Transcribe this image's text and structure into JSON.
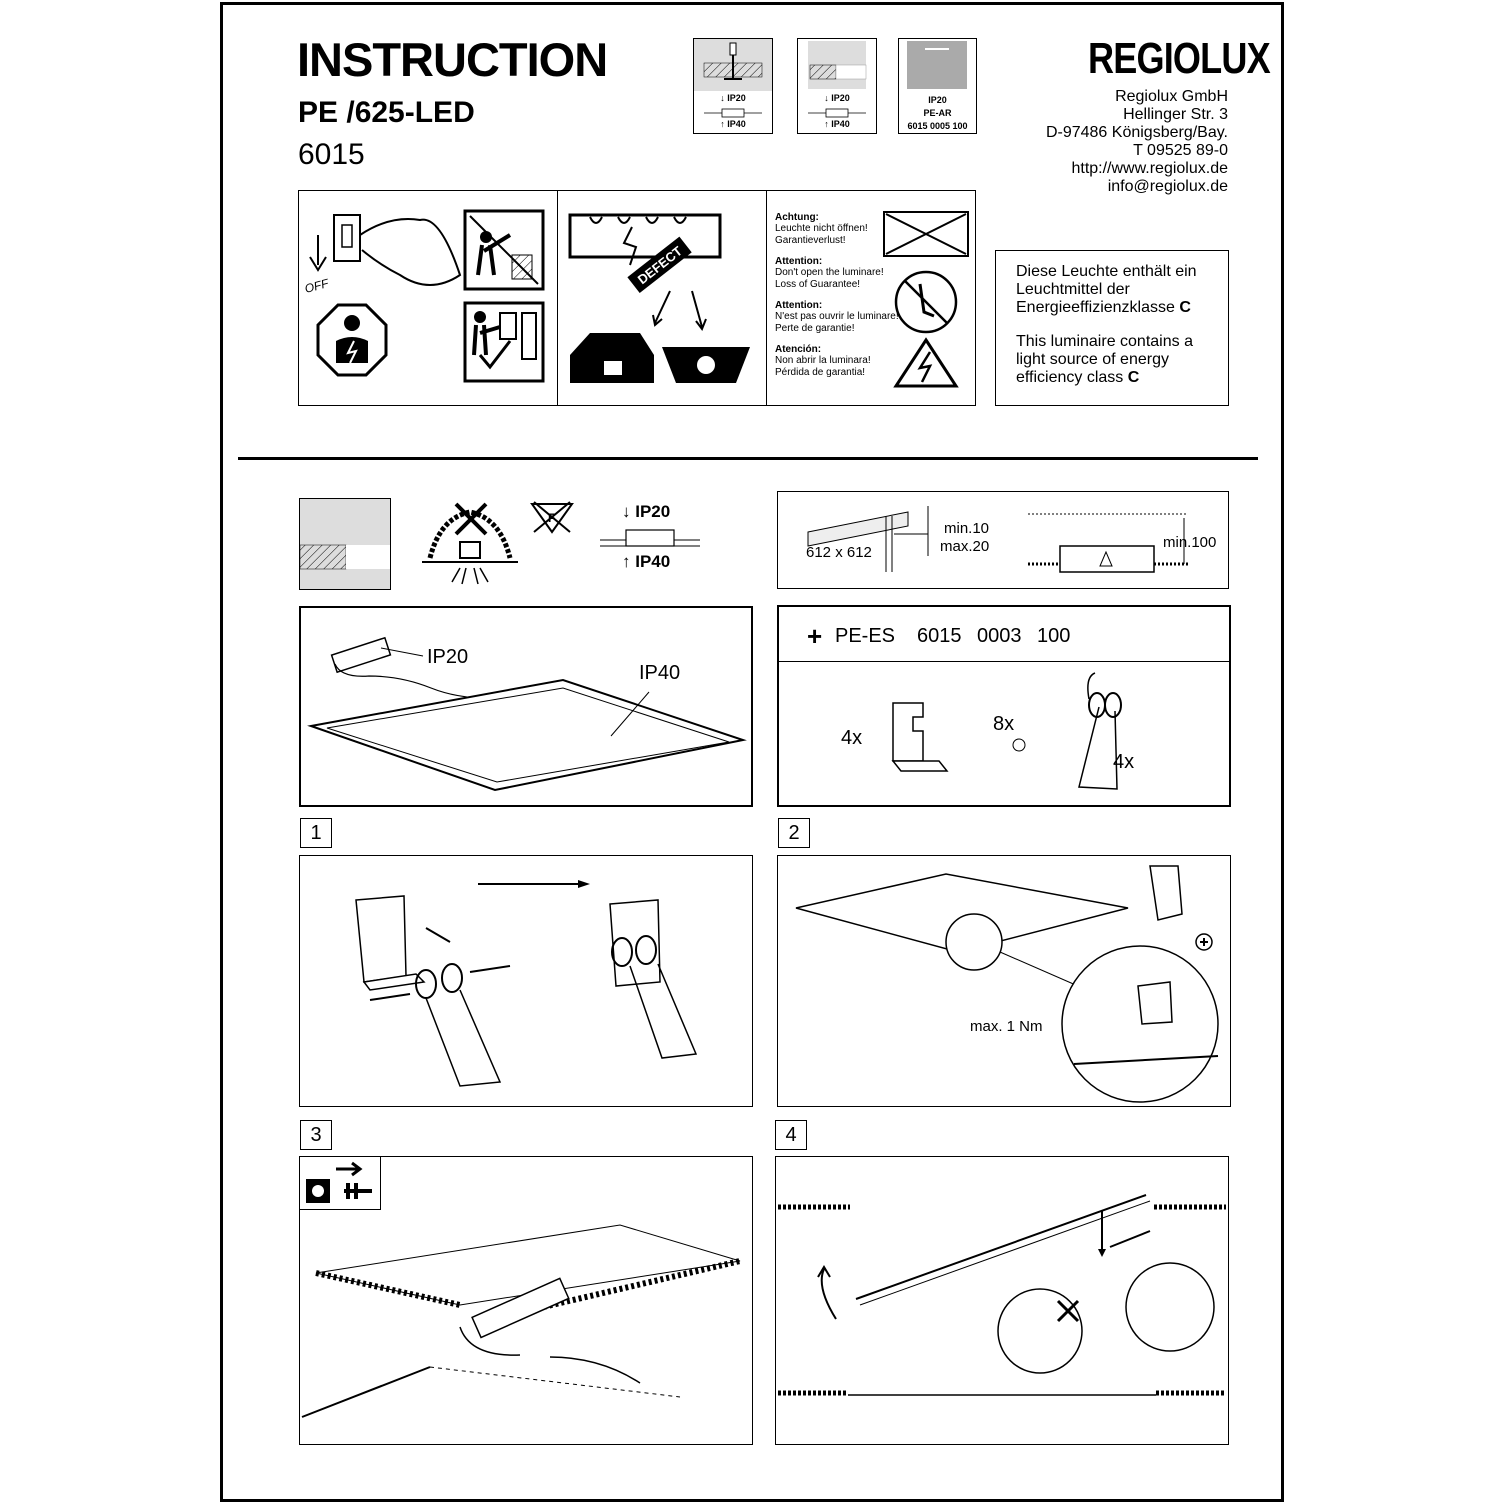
{
  "header": {
    "title": "INSTRUCTION",
    "product": "PE /625-LED",
    "code": "6015",
    "brand": "REGIOLUX"
  },
  "address": {
    "lines": [
      "Regiolux GmbH",
      "Hellinger Str. 3",
      "D-97486 Königsberg/Bay.",
      "T 09525 89-0",
      "http://www.regiolux.de",
      "info@regiolux.de"
    ]
  },
  "thumbnails": [
    {
      "down": "IP20",
      "up": "IP40"
    },
    {
      "down": "IP20",
      "up": "IP40"
    },
    {
      "line1": "IP20",
      "line2": "PE-AR",
      "line3": "6015 0005 100"
    }
  ],
  "safety": {
    "off_label": "OFF",
    "defect_label": "DEFECT",
    "warnings": [
      {
        "heading": "Achtung:",
        "line1": "Leuchte nicht öffnen!",
        "line2": "Garantieverlust!"
      },
      {
        "heading": "Attention:",
        "line1": "Don't open the luminare!",
        "line2": "Loss of Guarantee!"
      },
      {
        "heading": "Attention:",
        "line1": "N'est pas ouvrir le luminare!",
        "line2": "Perte de garantie!"
      },
      {
        "heading": "Atención:",
        "line1": "Non abrir la luminara!",
        "line2": "Pérdida de garantia!"
      }
    ]
  },
  "energy": {
    "de_line1": "Diese Leuchte enthält ein",
    "de_line2": "Leuchtmittel der",
    "de_line3": "Energieeffizienzklasse",
    "de_class": "C",
    "en_line1": "This luminaire contains a",
    "en_line2": "light source of energy",
    "en_line3": "efficiency class",
    "en_class": "C"
  },
  "ratings": {
    "down": "IP20",
    "up": "IP40"
  },
  "dimensions": {
    "size": "612 x 612",
    "min": "min.10",
    "max": "max.20",
    "min_clear": "min.100"
  },
  "overview": {
    "driver": "IP20",
    "panel": "IP40"
  },
  "accessory": {
    "plus": "+",
    "name": "PE-ES",
    "n1": "6015",
    "n2": "0003",
    "n3": "100",
    "qty_bracket": "4x",
    "qty_screw": "8x",
    "qty_spring": "4x"
  },
  "steps": {
    "s1": "1",
    "s2": "2",
    "s3": "3",
    "s4": "4",
    "torque": "max. 1 Nm"
  }
}
